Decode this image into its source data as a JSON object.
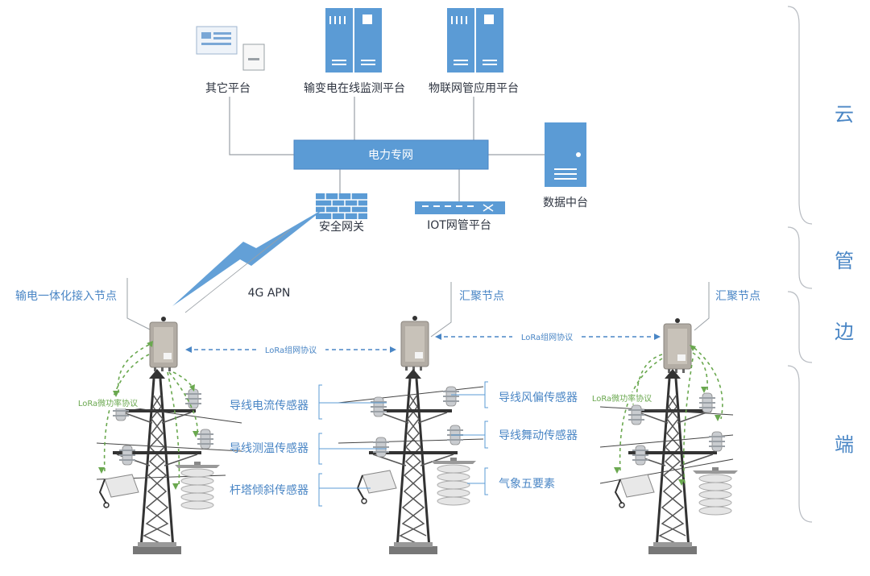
{
  "cloud": {
    "other_platform": "其它平台",
    "monitor_platform": "输变电在线监测平台",
    "iot_app_platform": "物联网管应用平台",
    "power_network": "电力专网",
    "data_center": "数据中台",
    "security_gateway": "安全网关",
    "iot_mgmt_platform": "IOT网管平台"
  },
  "link": {
    "apn": "4G APN"
  },
  "tiers": {
    "cloud": "云",
    "pipe": "管",
    "edge": "边",
    "end": "端"
  },
  "edge": {
    "access_node": "输电一体化接入节点",
    "agg_node_1": "汇聚节点",
    "agg_node_2": "汇聚节点",
    "lora_net_1": "LoRa组网协议",
    "lora_net_2": "LoRa组网协议",
    "lora_micro_1": "LoRa微功率协议",
    "lora_micro_2": "LoRa微功率协议"
  },
  "sensors": {
    "current": "导线电流传感器",
    "temp": "导线测温传感器",
    "tilt": "杆塔倾斜传感器",
    "wind": "导线风偏传感器",
    "gallop": "导线舞动传感器",
    "weather": "气象五要素"
  },
  "colors": {
    "accent": "#4a86c5",
    "green": "#6aa84f",
    "dark": "#2e3440"
  }
}
